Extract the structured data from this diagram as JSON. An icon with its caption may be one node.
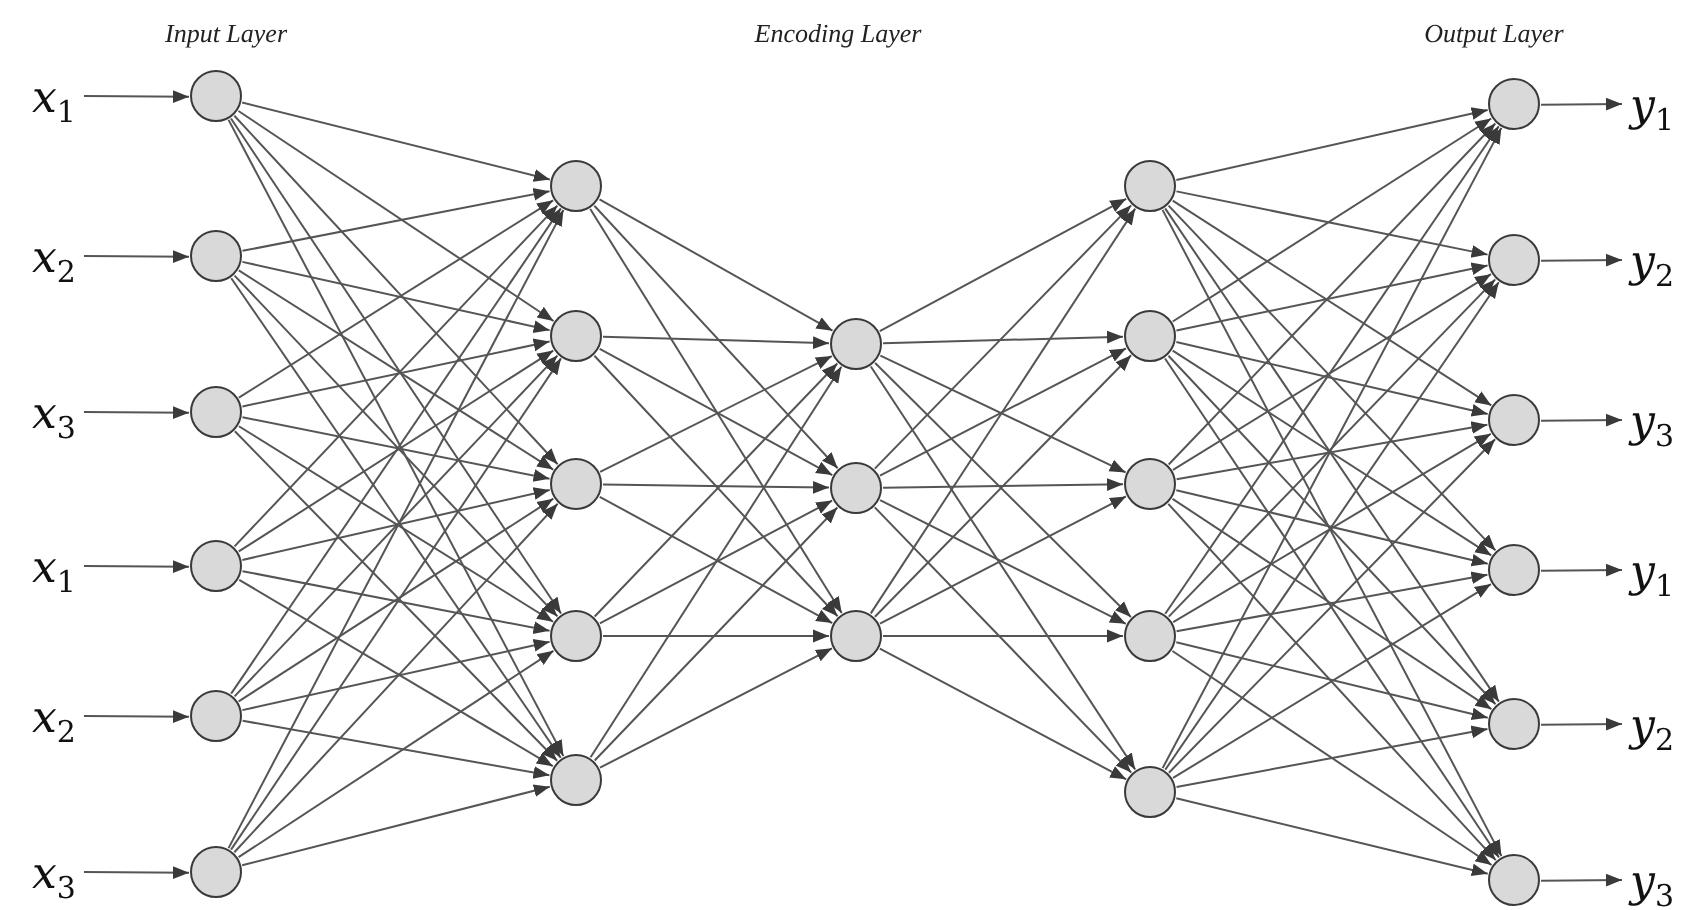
{
  "diagram": {
    "nodes": [
      {
        "text": [
          "x$_{1}$"
        ]
      },
      {
        "text": [
          "x$_{2}$"
        ]
      },
      {
        "text": [
          "x$_{3}$"
        ]
      },
      {
        "text": [
          "x$_{1}$"
        ]
      },
      {
        "text": [
          "x$_{2}$"
        ]
      },
      {
        "text": [
          "x$_{3}$"
        ]
      },
      {
        "text": [],
        "shape": "circle"
      },
      {
        "text": [],
        "shape": "circle"
      },
      {
        "text": [],
        "shape": "circle"
      },
      {
        "text": [],
        "shape": "circle"
      },
      {
        "text": [],
        "shape": "circle"
      },
      {
        "text": [],
        "shape": "circle"
      },
      {
        "text": [],
        "shape": "circle"
      },
      {
        "text": [],
        "shape": "circle"
      },
      {
        "text": [],
        "shape": "circle"
      },
      {
        "text": [],
        "shape": "circle"
      },
      {
        "text": [],
        "shape": "circle"
      },
      {
        "text": [],
        "shape": "circle"
      },
      {
        "text": [],
        "shape": "circle"
      },
      {
        "text": [],
        "shape": "circle"
      },
      {
        "text": [],
        "shape": "circle"
      },
      {
        "text": [],
        "shape": "circle"
      },
      {
        "text": [],
        "shape": "circle"
      },
      {
        "text": [],
        "shape": "circle"
      },
      {
        "text": [],
        "shape": "circle"
      },
      {
        "text": [],
        "shape": "circle"
      },
      {
        "text": [],
        "shape": "circle"
      },
      {
        "text": [],
        "shape": "circle"
      },
      {
        "text": [],
        "shape": "circle"
      },
      {
        "text": [],
        "shape": "circle"
      },
      {
        "text": [],
        "shape": "circle"
      },
      {
        "text": [
          "y$_{1}$"
        ]
      },
      {
        "text": [
          "y$_{2}$"
        ]
      },
      {
        "text": [
          "y$_{3}$"
        ]
      },
      {
        "text": [
          "y$_{1}$"
        ]
      },
      {
        "text": [
          "y$_{2}$"
        ]
      },
      {
        "text": [
          "y$_{3}$"
        ]
      }
    ],
    "edges": [
      {
        "from": 0,
        "to": 6,
        "arrow": "to"
      },
      {
        "from": 1,
        "to": 7,
        "arrow": "to"
      },
      {
        "from": 2,
        "to": 8,
        "arrow": "to"
      },
      {
        "from": 3,
        "to": 9,
        "arrow": "to"
      },
      {
        "from": 4,
        "to": 10,
        "arrow": "to"
      },
      {
        "from": 5,
        "to": 11,
        "arrow": "to"
      },
      {
        "from": 6,
        "to": 12,
        "arrow": "to"
      },
      {
        "from": 6,
        "to": 13,
        "arrow": "to"
      },
      {
        "from": 6,
        "to": 14,
        "arrow": "to"
      },
      {
        "from": 6,
        "to": 15,
        "arrow": "to"
      },
      {
        "from": 6,
        "to": 16,
        "arrow": "to"
      },
      {
        "from": 7,
        "to": 12,
        "arrow": "to"
      },
      {
        "from": 7,
        "to": 13,
        "arrow": "to"
      },
      {
        "from": 7,
        "to": 14,
        "arrow": "to"
      },
      {
        "from": 7,
        "to": 15,
        "arrow": "to"
      },
      {
        "from": 7,
        "to": 16,
        "arrow": "to"
      },
      {
        "from": 8,
        "to": 12,
        "arrow": "to"
      },
      {
        "from": 8,
        "to": 13,
        "arrow": "to"
      },
      {
        "from": 8,
        "to": 14,
        "arrow": "to"
      },
      {
        "from": 8,
        "to": 15,
        "arrow": "to"
      },
      {
        "from": 8,
        "to": 16,
        "arrow": "to"
      },
      {
        "from": 9,
        "to": 12,
        "arrow": "to"
      },
      {
        "from": 9,
        "to": 13,
        "arrow": "to"
      },
      {
        "from": 9,
        "to": 14,
        "arrow": "to"
      },
      {
        "from": 9,
        "to": 15,
        "arrow": "to"
      },
      {
        "from": 9,
        "to": 16,
        "arrow": "to"
      },
      {
        "from": 10,
        "to": 12,
        "arrow": "to"
      },
      {
        "from": 10,
        "to": 13,
        "arrow": "to"
      },
      {
        "from": 10,
        "to": 14,
        "arrow": "to"
      },
      {
        "from": 10,
        "to": 15,
        "arrow": "to"
      },
      {
        "from": 10,
        "to": 16,
        "arrow": "to"
      },
      {
        "from": 11,
        "to": 12,
        "arrow": "to"
      },
      {
        "from": 11,
        "to": 13,
        "arrow": "to"
      },
      {
        "from": 11,
        "to": 14,
        "arrow": "to"
      },
      {
        "from": 11,
        "to": 15,
        "arrow": "to"
      },
      {
        "from": 11,
        "to": 16,
        "arrow": "to"
      },
      {
        "from": 12,
        "to": 17,
        "arrow": "to"
      },
      {
        "from": 12,
        "to": 18,
        "arrow": "to"
      },
      {
        "from": 12,
        "to": 19,
        "arrow": "to"
      },
      {
        "from": 13,
        "to": 17,
        "arrow": "to"
      },
      {
        "from": 13,
        "to": 18,
        "arrow": "to"
      },
      {
        "from": 13,
        "to": 19,
        "arrow": "to"
      },
      {
        "from": 14,
        "to": 17,
        "arrow": "to"
      },
      {
        "from": 14,
        "to": 18,
        "arrow": "to"
      },
      {
        "from": 14,
        "to": 19,
        "arrow": "to"
      },
      {
        "from": 15,
        "to": 17,
        "arrow": "to"
      },
      {
        "from": 15,
        "to": 18,
        "arrow": "to"
      },
      {
        "from": 15,
        "to": 19,
        "arrow": "to"
      },
      {
        "from": 16,
        "to": 17,
        "arrow": "to"
      },
      {
        "from": 16,
        "to": 18,
        "arrow": "to"
      },
      {
        "from": 16,
        "to": 19,
        "arrow": "to"
      },
      {
        "from": 17,
        "to": 20,
        "arrow": "to"
      },
      {
        "from": 17,
        "to": 21,
        "arrow": "to"
      },
      {
        "from": 17,
        "to": 22,
        "arrow": "to"
      },
      {
        "from": 17,
        "to": 23,
        "arrow": "to"
      },
      {
        "from": 17,
        "to": 24,
        "arrow": "to"
      },
      {
        "from": 18,
        "to": 20,
        "arrow": "to"
      },
      {
        "from": 18,
        "to": 21,
        "arrow": "to"
      },
      {
        "from": 18,
        "to": 22,
        "arrow": "to"
      },
      {
        "from": 18,
        "to": 23,
        "arrow": "to"
      },
      {
        "from": 18,
        "to": 24,
        "arrow": "to"
      },
      {
        "from": 19,
        "to": 20,
        "arrow": "to"
      },
      {
        "from": 19,
        "to": 21,
        "arrow": "to"
      },
      {
        "from": 19,
        "to": 22,
        "arrow": "to"
      },
      {
        "from": 19,
        "to": 23,
        "arrow": "to"
      },
      {
        "from": 19,
        "to": 24,
        "arrow": "to"
      },
      {
        "from": 20,
        "to": 25,
        "arrow": "to"
      },
      {
        "from": 20,
        "to": 26,
        "arrow": "to"
      },
      {
        "from": 20,
        "to": 27,
        "arrow": "to"
      },
      {
        "from": 20,
        "to": 28,
        "arrow": "to"
      },
      {
        "from": 20,
        "to": 29,
        "arrow": "to"
      },
      {
        "from": 20,
        "to": 30,
        "arrow": "to"
      },
      {
        "from": 21,
        "to": 25,
        "arrow": "to"
      },
      {
        "from": 21,
        "to": 26,
        "arrow": "to"
      },
      {
        "from": 21,
        "to": 27,
        "arrow": "to"
      },
      {
        "from": 21,
        "to": 28,
        "arrow": "to"
      },
      {
        "from": 21,
        "to": 29,
        "arrow": "to"
      },
      {
        "from": 21,
        "to": 30,
        "arrow": "to"
      },
      {
        "from": 22,
        "to": 25,
        "arrow": "to"
      },
      {
        "from": 22,
        "to": 26,
        "arrow": "to"
      },
      {
        "from": 22,
        "to": 27,
        "arrow": "to"
      },
      {
        "from": 22,
        "to": 28,
        "arrow": "to"
      },
      {
        "from": 22,
        "to": 29,
        "arrow": "to"
      },
      {
        "from": 22,
        "to": 30,
        "arrow": "to"
      },
      {
        "from": 23,
        "to": 25,
        "arrow": "to"
      },
      {
        "from": 23,
        "to": 26,
        "arrow": "to"
      },
      {
        "from": 23,
        "to": 27,
        "arrow": "to"
      },
      {
        "from": 23,
        "to": 28,
        "arrow": "to"
      },
      {
        "from": 23,
        "to": 29,
        "arrow": "to"
      },
      {
        "from": 23,
        "to": 30,
        "arrow": "to"
      },
      {
        "from": 24,
        "to": 25,
        "arrow": "to"
      },
      {
        "from": 24,
        "to": 26,
        "arrow": "to"
      },
      {
        "from": 24,
        "to": 27,
        "arrow": "to"
      },
      {
        "from": 24,
        "to": 28,
        "arrow": "to"
      },
      {
        "from": 24,
        "to": 29,
        "arrow": "to"
      },
      {
        "from": 24,
        "to": 30,
        "arrow": "to"
      },
      {
        "from": 25,
        "to": 31,
        "arrow": "to"
      },
      {
        "from": 26,
        "to": 32,
        "arrow": "to"
      },
      {
        "from": 27,
        "to": 33,
        "arrow": "to"
      },
      {
        "from": 28,
        "to": 34,
        "arrow": "to"
      },
      {
        "from": 29,
        "to": 35,
        "arrow": "to"
      },
      {
        "from": 30,
        "to": 36,
        "arrow": "to"
      }
    ],
    "labels": [
      "Input Layer",
      "Encoding Layer",
      "Output Layer"
    ]
  }
}
